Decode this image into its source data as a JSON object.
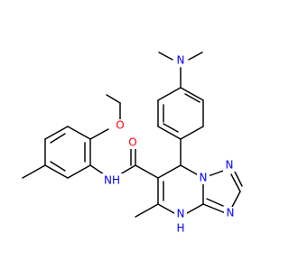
{
  "colors": {
    "background": "#ffffff",
    "bond": "#000000",
    "nitrogen": "#0000ff",
    "oxygen": "#ff0000"
  },
  "atoms": {
    "n_dimethylamino": {
      "label": "N",
      "color": "#0000ff"
    },
    "n_amide": {
      "label": "NH",
      "color": "#0000ff"
    },
    "o_carbonyl": {
      "label": "O",
      "color": "#ff0000"
    },
    "o_methoxy": {
      "label": "O",
      "color": "#ff0000"
    },
    "n_triazole_top": {
      "label": "N",
      "color": "#0000ff"
    },
    "n_bridge": {
      "label": "N",
      "color": "#0000ff"
    },
    "n_triazole_right": {
      "label": "N",
      "color": "#0000ff"
    },
    "n_ring_h": {
      "label": "N",
      "color": "#0000ff"
    },
    "h_ring": {
      "label": "H",
      "color": "#0000ff"
    }
  }
}
